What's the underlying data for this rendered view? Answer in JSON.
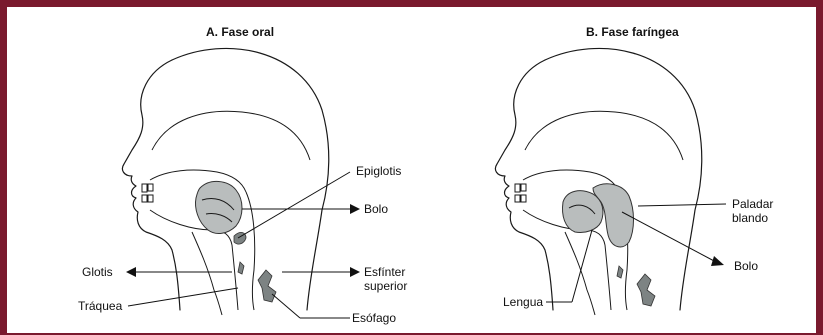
{
  "frame_color": "#7a1a2e",
  "figure_gray": "#b9bdbd",
  "panel_a": {
    "title": "A. Fase oral",
    "labels": {
      "epiglotis": "Epiglotis",
      "bolo": "Bolo",
      "glotis": "Glotis",
      "esfinter_1": "Esfínter",
      "esfinter_2": "superior",
      "traquea": "Tráquea",
      "esofago": "Esófago"
    }
  },
  "panel_b": {
    "title": "B. Fase faríngea",
    "labels": {
      "paladar_1": "Paladar",
      "paladar_2": "blando",
      "bolo": "Bolo",
      "lengua": "Lengua"
    }
  }
}
